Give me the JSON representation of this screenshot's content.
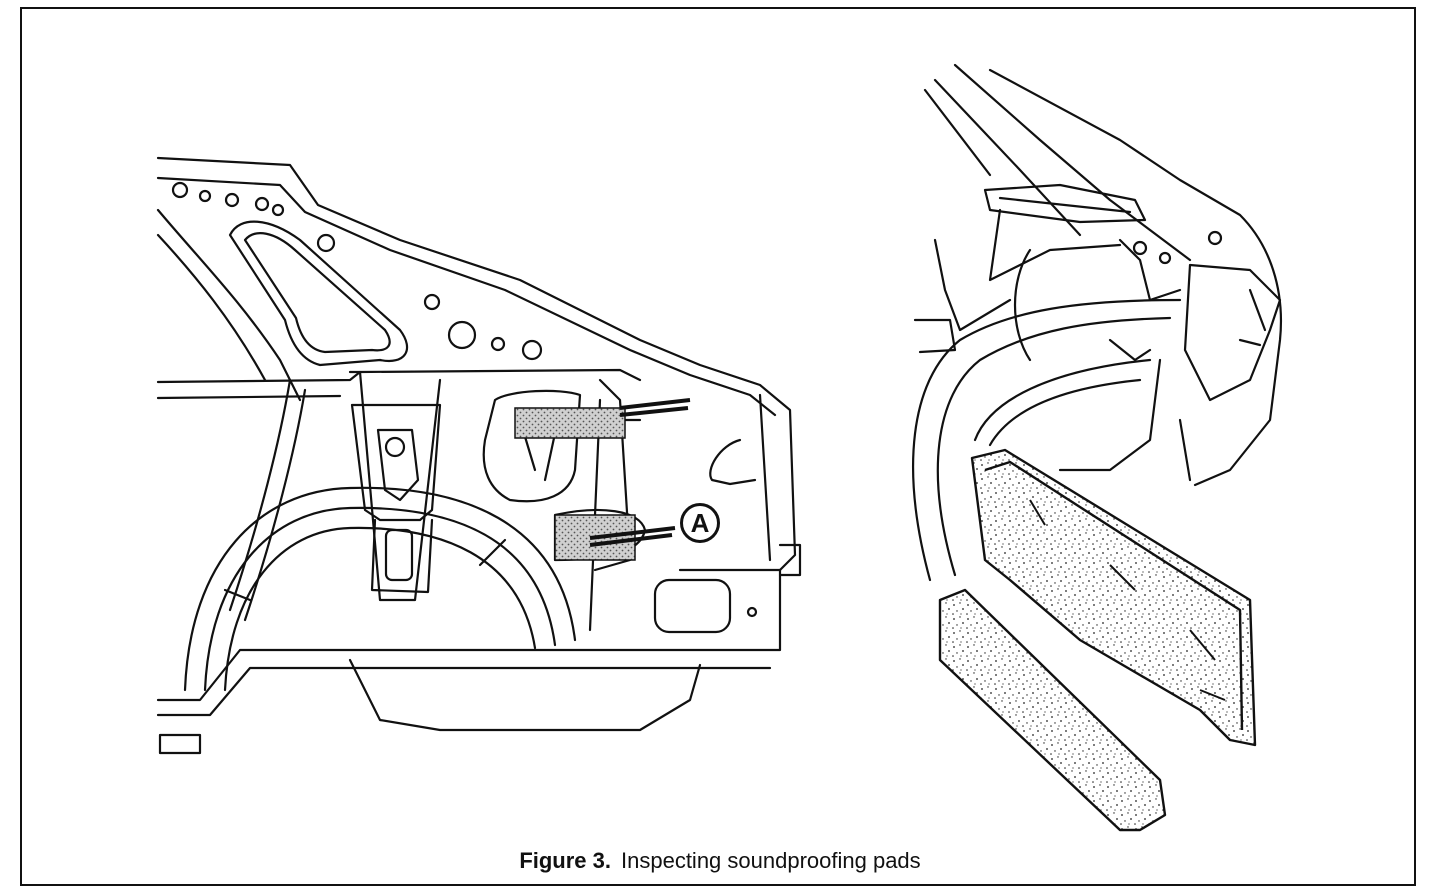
{
  "figure": {
    "number_label": "Figure 3.",
    "caption": "Inspecting soundproofing pads"
  },
  "callout": {
    "letter": "A"
  },
  "colors": {
    "line": "#111111",
    "pad_fill": "#d8d8d8",
    "background": "#ffffff"
  }
}
